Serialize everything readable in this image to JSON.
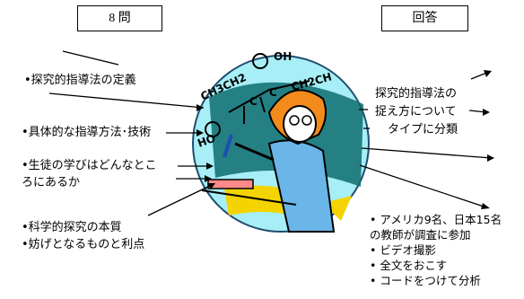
{
  "left_box": {
    "label": "8 問"
  },
  "right_box": {
    "label": "回答"
  },
  "left_items": [
    "•探究的指導法の定義",
    "•具体的な指導方法･技術",
    "•生徒の学びはどんなとこ",
    "ろにあるか",
    "•科学的探究の本質",
    "•妨げとなるものと利点"
  ],
  "center_caption": [
    "探究的指導法の",
    "捉え方について",
    "タイプに分類"
  ],
  "answer_list": [
    "• アメリカ9名、日本15名",
    "の教師が調査に参加",
    "• ビデオ撮影",
    "• 全文をおこす",
    "• コードをつけて分析"
  ],
  "chem_labels": [
    "CH3CH2",
    "C",
    "C",
    "CH2CH",
    "OH",
    "HO"
  ],
  "colors": {
    "accent_arrow": "#000000",
    "chalkboard": "#0e6c6e",
    "pointer_blue": "#1b4fb3",
    "sun_yellow": "#f4d400"
  }
}
